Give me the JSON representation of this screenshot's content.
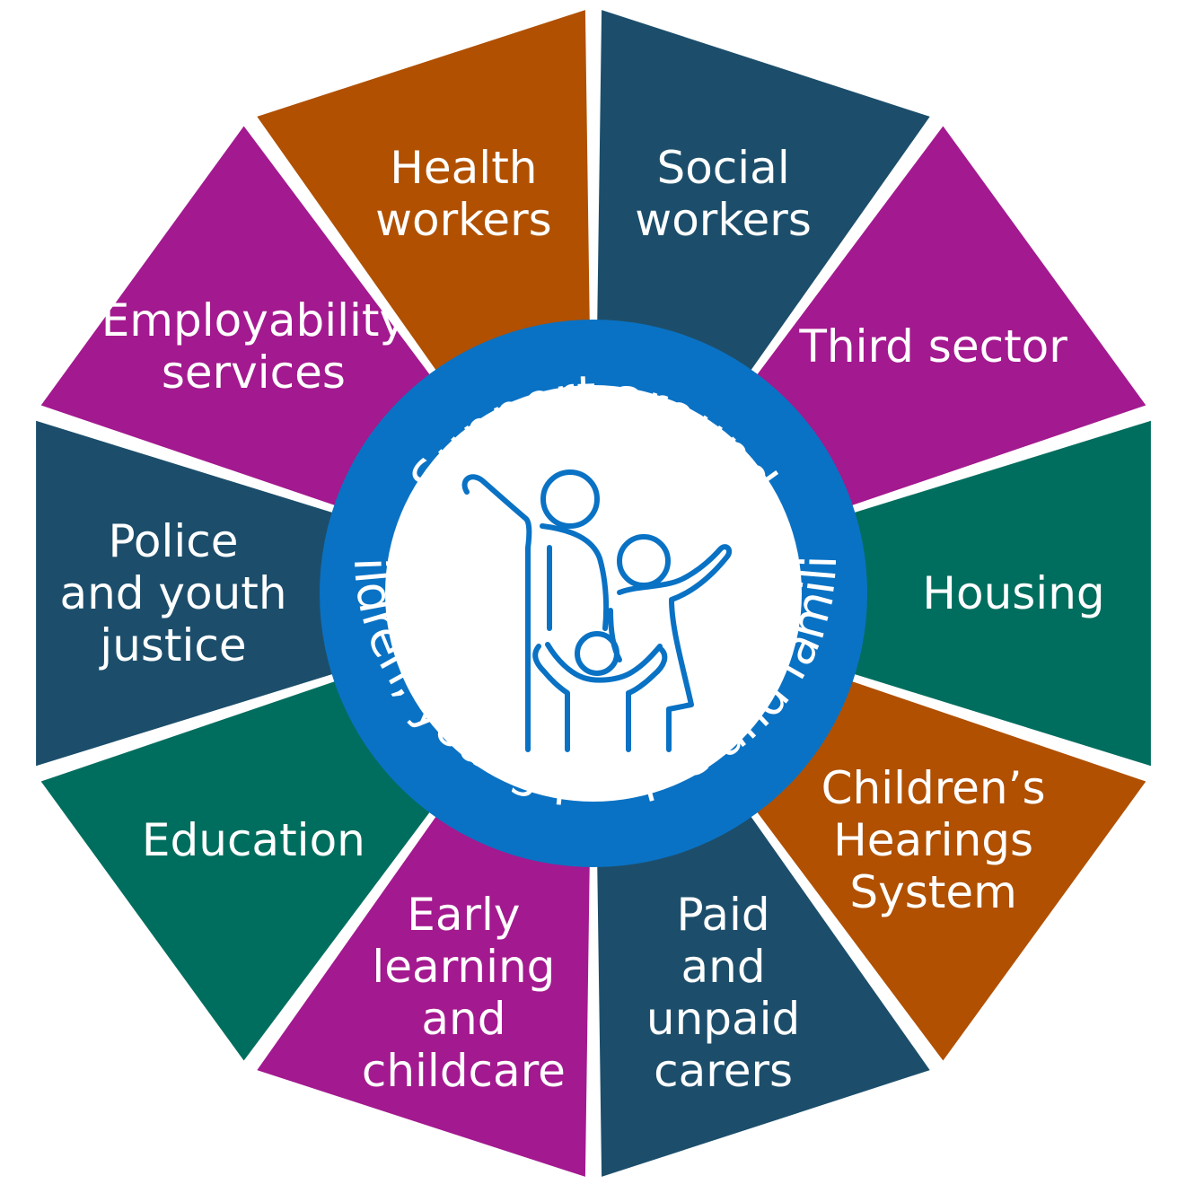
{
  "center": {
    "ring_text_top": "Support around",
    "ring_text_bottom": "children, young people and families",
    "icon": "family-icon",
    "ring_color": "#0a72c4"
  },
  "segments": [
    {
      "id": "social-workers",
      "lines": [
        "Social",
        "workers"
      ],
      "color": "#1c4e6b"
    },
    {
      "id": "third-sector",
      "lines": [
        "Third sector"
      ],
      "color": "#a3198f"
    },
    {
      "id": "housing",
      "lines": [
        "Housing"
      ],
      "color": "#006e5e"
    },
    {
      "id": "childrens-hearings-system",
      "lines": [
        "Children’s",
        "Hearings",
        "System"
      ],
      "color": "#b05000"
    },
    {
      "id": "paid-and-unpaid-carers",
      "lines": [
        "Paid",
        "and",
        "unpaid",
        "carers"
      ],
      "color": "#1c4e6b"
    },
    {
      "id": "early-learning-and-childcare",
      "lines": [
        "Early",
        "learning",
        "and",
        "childcare"
      ],
      "color": "#a3198f"
    },
    {
      "id": "education",
      "lines": [
        "Education"
      ],
      "color": "#006e5e"
    },
    {
      "id": "police-and-youth-justice",
      "lines": [
        "Police",
        "and youth",
        "justice"
      ],
      "color": "#1c4e6b"
    },
    {
      "id": "employability-services",
      "lines": [
        "Employability",
        "services"
      ],
      "color": "#a3198f"
    },
    {
      "id": "health-workers",
      "lines": [
        "Health",
        "workers"
      ],
      "color": "#b05000"
    }
  ]
}
